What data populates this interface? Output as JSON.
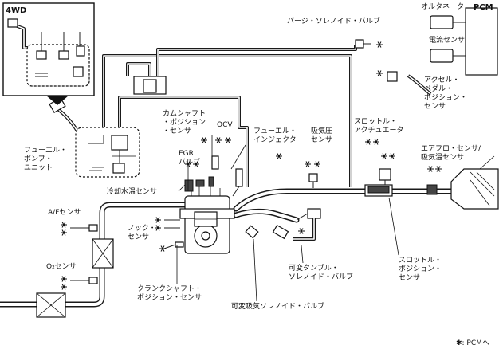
{
  "labels": {
    "inset_4wd": "4WD",
    "purge_valve": "パージ・ソレノイド・バルブ",
    "alternator": "オルタネータ",
    "pcm": "PCM",
    "current_sensor": "電流センサ",
    "accel_pedal_sensor": "アクセル・\nペダル・\nポジション・\nセンサ",
    "camshaft_sensor": "カムシャフト\n・ポジション\n・センサ",
    "ocv": "OCV",
    "fuel_injector": "フューエル・\nインジェクタ",
    "map_sensor": "吸気圧\nセンサ",
    "throttle_actuator": "スロットル・\nアクチュエータ",
    "airflow_sensor": "エアフロ・センサ/\n吸気温センサ",
    "fuel_pump_unit": "フューエル・\nポンプ・\nユニット",
    "egr_valve": "EGR\nバルブ",
    "coolant_temp_sensor": "冷却水温センサ",
    "af_sensor": "A/Fセンサ",
    "knock_sensor": "ノック・\nセンサ",
    "o2_sensor": "O₂センサ",
    "crankshaft_sensor": "クランクシャフト・\nポジション・センサ",
    "tumble_valve": "可変タンブル・\nソレノイド・バルブ",
    "throttle_position_sensor": "スロットル・\nポジション・\nセンサ",
    "variable_intake_valve": "可変吸気ソレノイド・バルブ",
    "legend_note": "✱: PCMへ"
  }
}
